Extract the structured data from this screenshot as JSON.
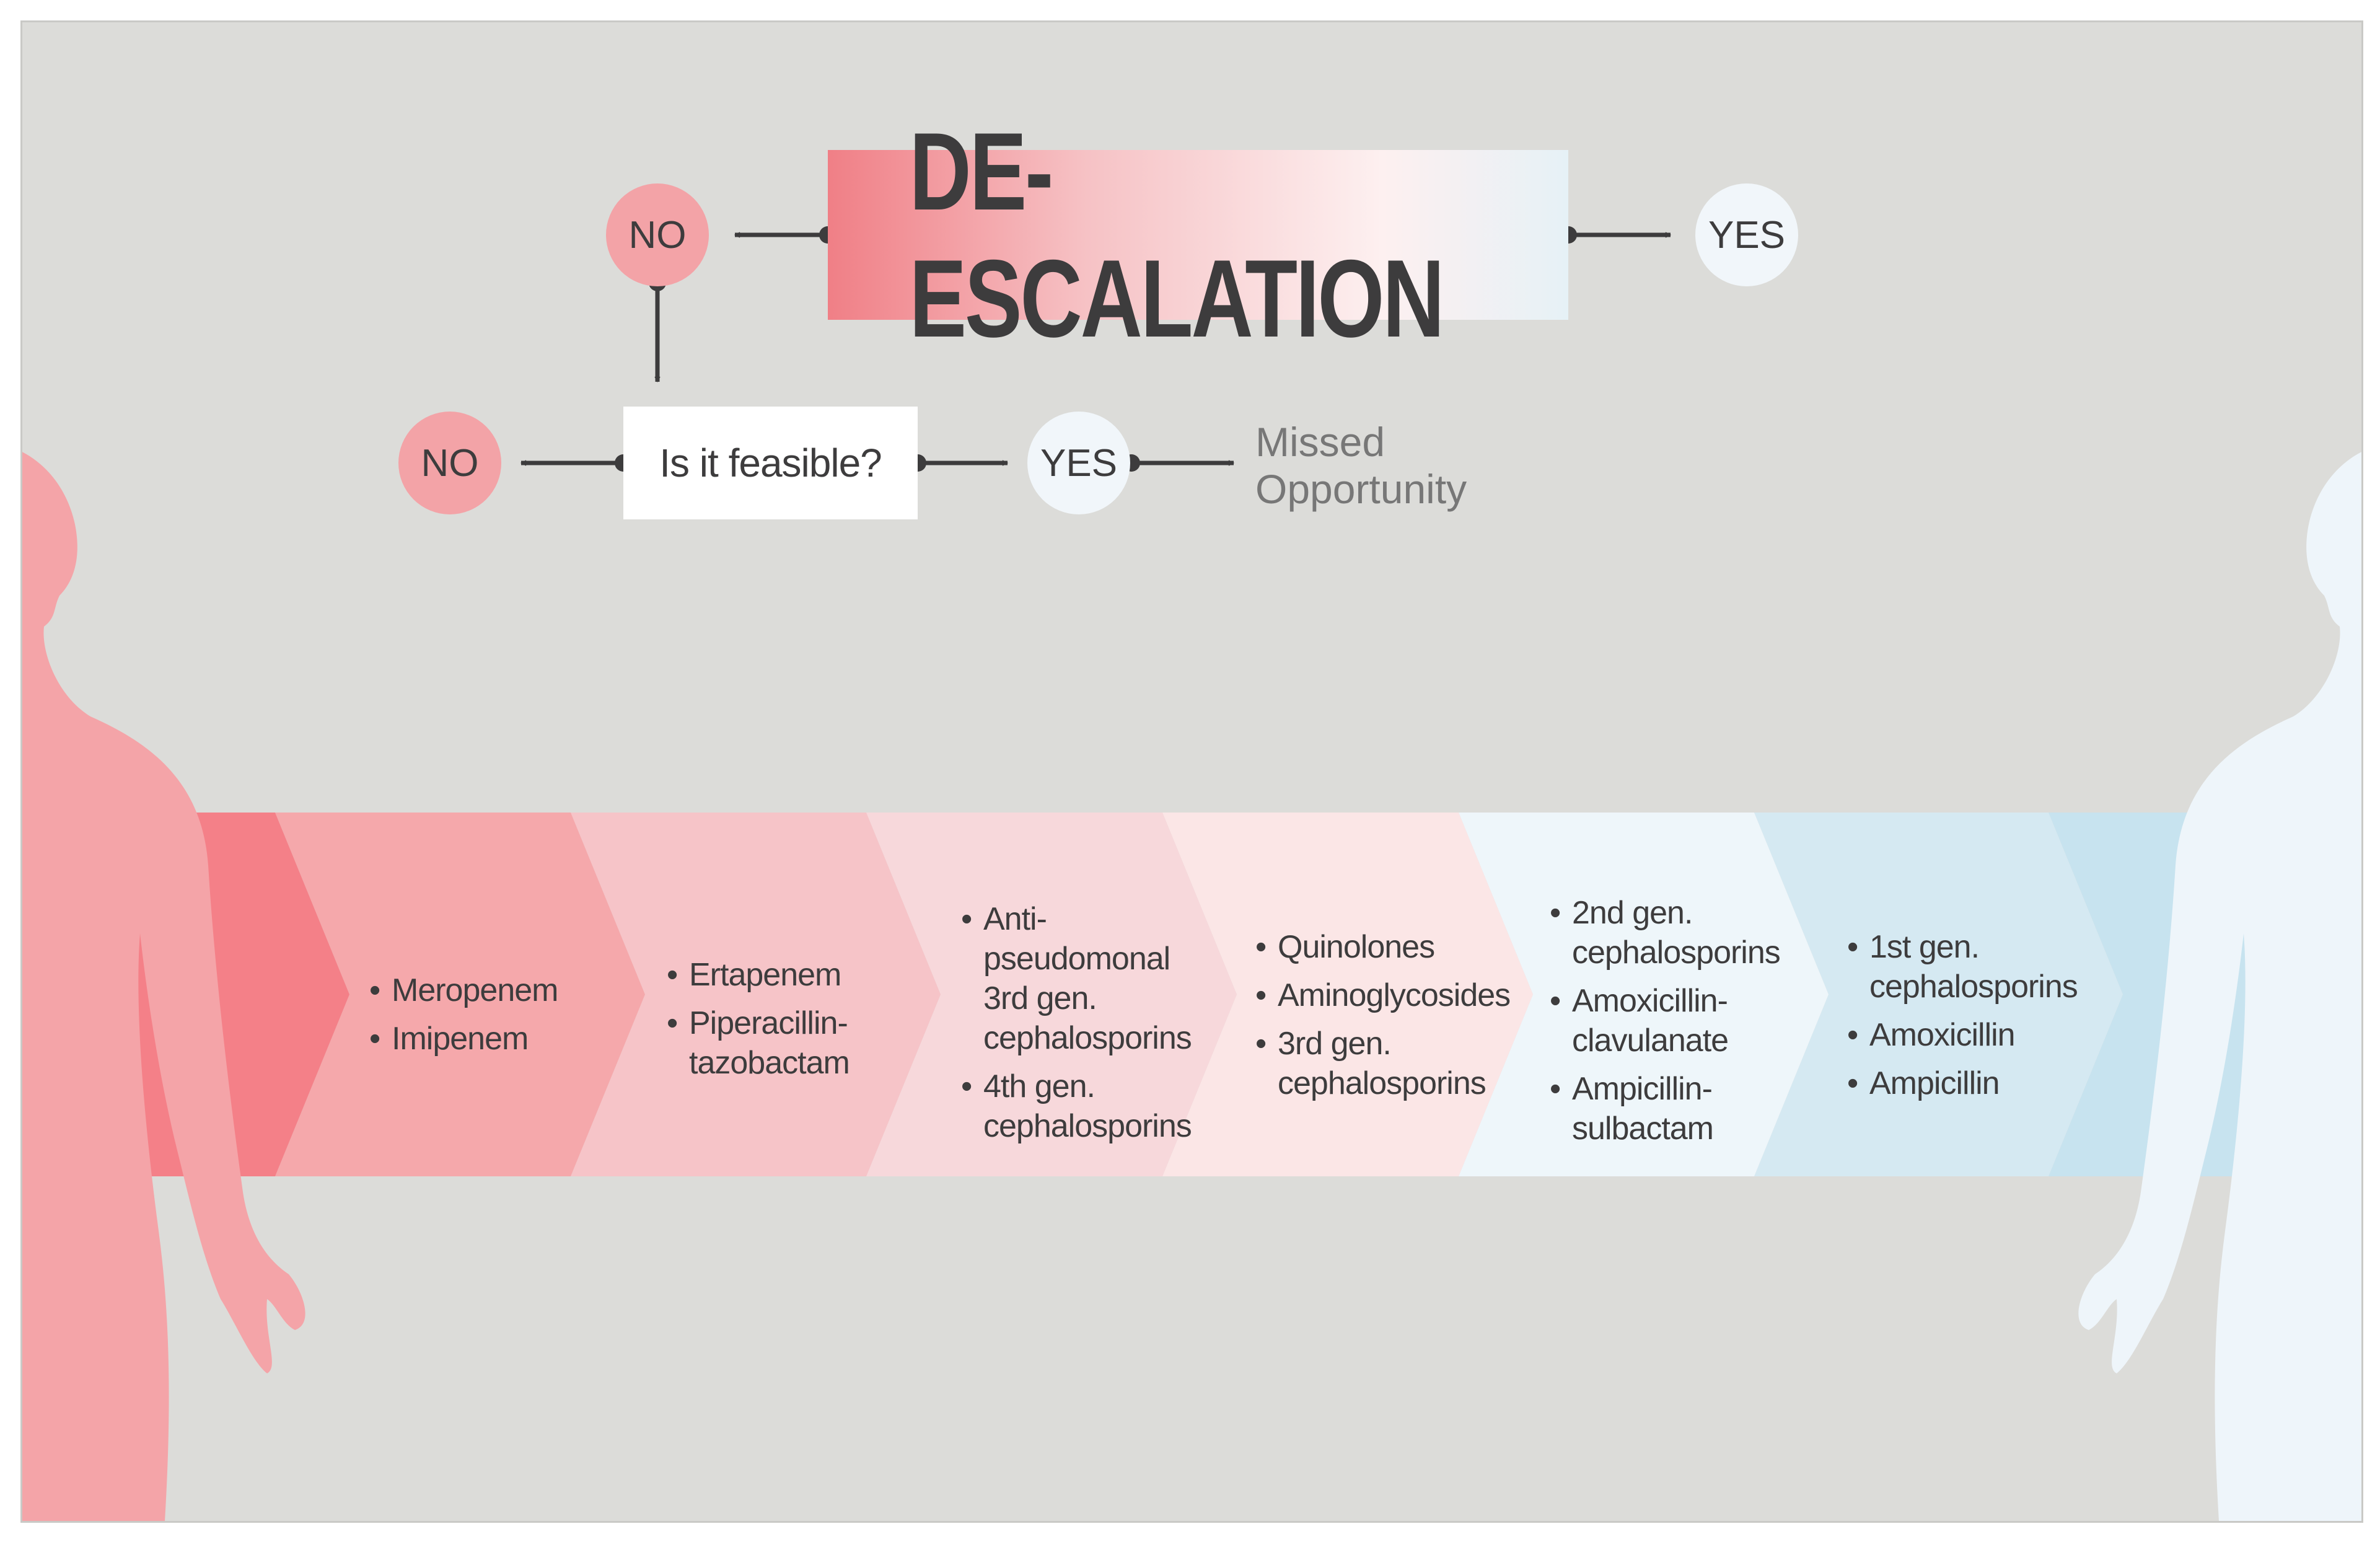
{
  "flow": {
    "title": "DE-ESCALATION",
    "top_no": "NO",
    "top_yes": "YES",
    "feasible_question": "Is it feasible?",
    "feasible_no": "NO",
    "feasible_yes": "YES",
    "outcome_line1": "Missed",
    "outcome_line2": "Opportunity"
  },
  "spectrum": {
    "segments": [
      {
        "items": [
          "Meropenem",
          "Imipenem"
        ]
      },
      {
        "items": [
          "Ertapenem",
          "Piperacillin-\ntazobactam"
        ]
      },
      {
        "items": [
          "Anti-\npseudomonal\n3rd gen.\ncephalosporins",
          "4th gen.\ncephalosporins"
        ]
      },
      {
        "items": [
          "Quinolones",
          "Aminoglycosides",
          "3rd gen.\ncephalosporins"
        ]
      },
      {
        "items": [
          "2nd gen.\ncephalosporins",
          "Amoxicillin-\nclavulanate",
          "Ampicillin-\nsulbactam"
        ]
      },
      {
        "items": [
          "1st gen.\ncephalosporins",
          "Amoxicillin",
          "Ampicillin"
        ]
      }
    ]
  },
  "colors": {
    "background": "#dcdcd9",
    "text": "#3d3c3d",
    "no_circle": "#f3a3a7",
    "yes_circle": "#f1f6fa",
    "figure_left": "#f4a4a8",
    "figure_right": "#eef5fa",
    "band": [
      "#f48088",
      "#f5a8ab",
      "#f6c4c8",
      "#f7d8db",
      "#fbe6e6",
      "#eef6fa",
      "#d5e9f2",
      "#c7e3ef"
    ]
  },
  "icons": [
    "human-silhouette-left",
    "human-silhouette-right",
    "arrow-left-icon",
    "arrow-right-icon",
    "arrow-down-icon"
  ]
}
